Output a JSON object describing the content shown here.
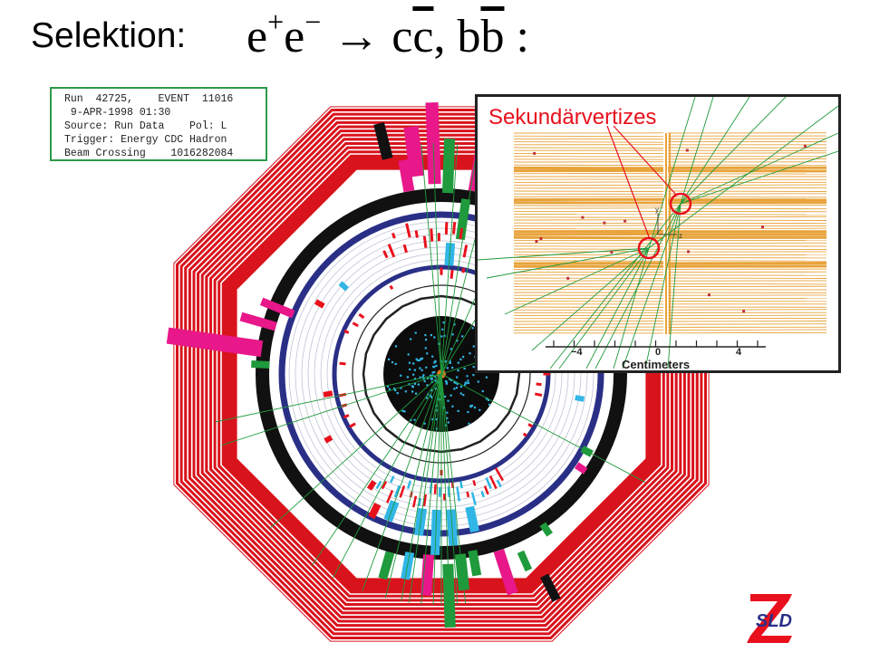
{
  "title": {
    "label": "Selektion:",
    "formula": {
      "lhs": "e",
      "plus": "+",
      "minus": "−",
      "arrow": "→",
      "charm": "c",
      "charm_bar": "c",
      "comma": ",",
      "bottom": "b",
      "bottom_bar": "b",
      "colon": ":"
    }
  },
  "event_info": {
    "lines": [
      "Run  42725,    EVENT  11016",
      " 9-APR-1998 01:30",
      "Source: Run Data    Pol: L",
      "Trigger: Energy CDC Hadron",
      "Beam Crossing    1016282084"
    ]
  },
  "inset": {
    "label": "Sekundärvertizes",
    "axis_label": "Centimeters",
    "ticks": [
      "−4",
      "0",
      "4"
    ],
    "y_axis": "y",
    "z_axis": "z"
  },
  "logo": {
    "letters": "SLD"
  },
  "colors": {
    "red": "#e8101c",
    "navy": "#2a2f86",
    "magenta": "#e8178a",
    "green": "#1f9a3c",
    "cyan": "#31b6e6",
    "orange": "#e8a33a"
  }
}
